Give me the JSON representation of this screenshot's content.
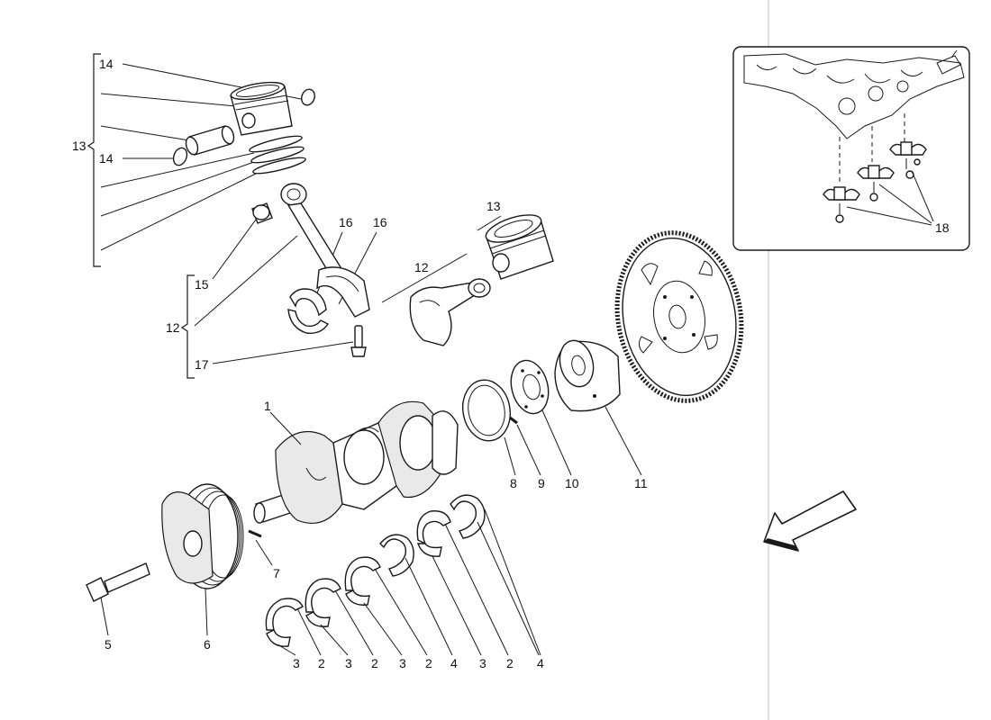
{
  "callouts": {
    "c1": "1",
    "c2a": "2",
    "c2b": "2",
    "c2c": "2",
    "c2d": "2",
    "c3a": "3",
    "c3b": "3",
    "c3c": "3",
    "c3d": "3",
    "c4a": "4",
    "c4b": "4",
    "c5": "5",
    "c6": "6",
    "c7": "7",
    "c8": "8",
    "c9": "9",
    "c10": "10",
    "c11": "11",
    "c12a": "12",
    "c12b": "12",
    "c13a": "13",
    "c13b": "13",
    "c14a": "14",
    "c14b": "14",
    "c15": "15",
    "c16a": "16",
    "c16b": "16",
    "c17": "17",
    "c18": "18"
  },
  "icons": {
    "direction_arrow": "arrow-down-left-icon"
  }
}
